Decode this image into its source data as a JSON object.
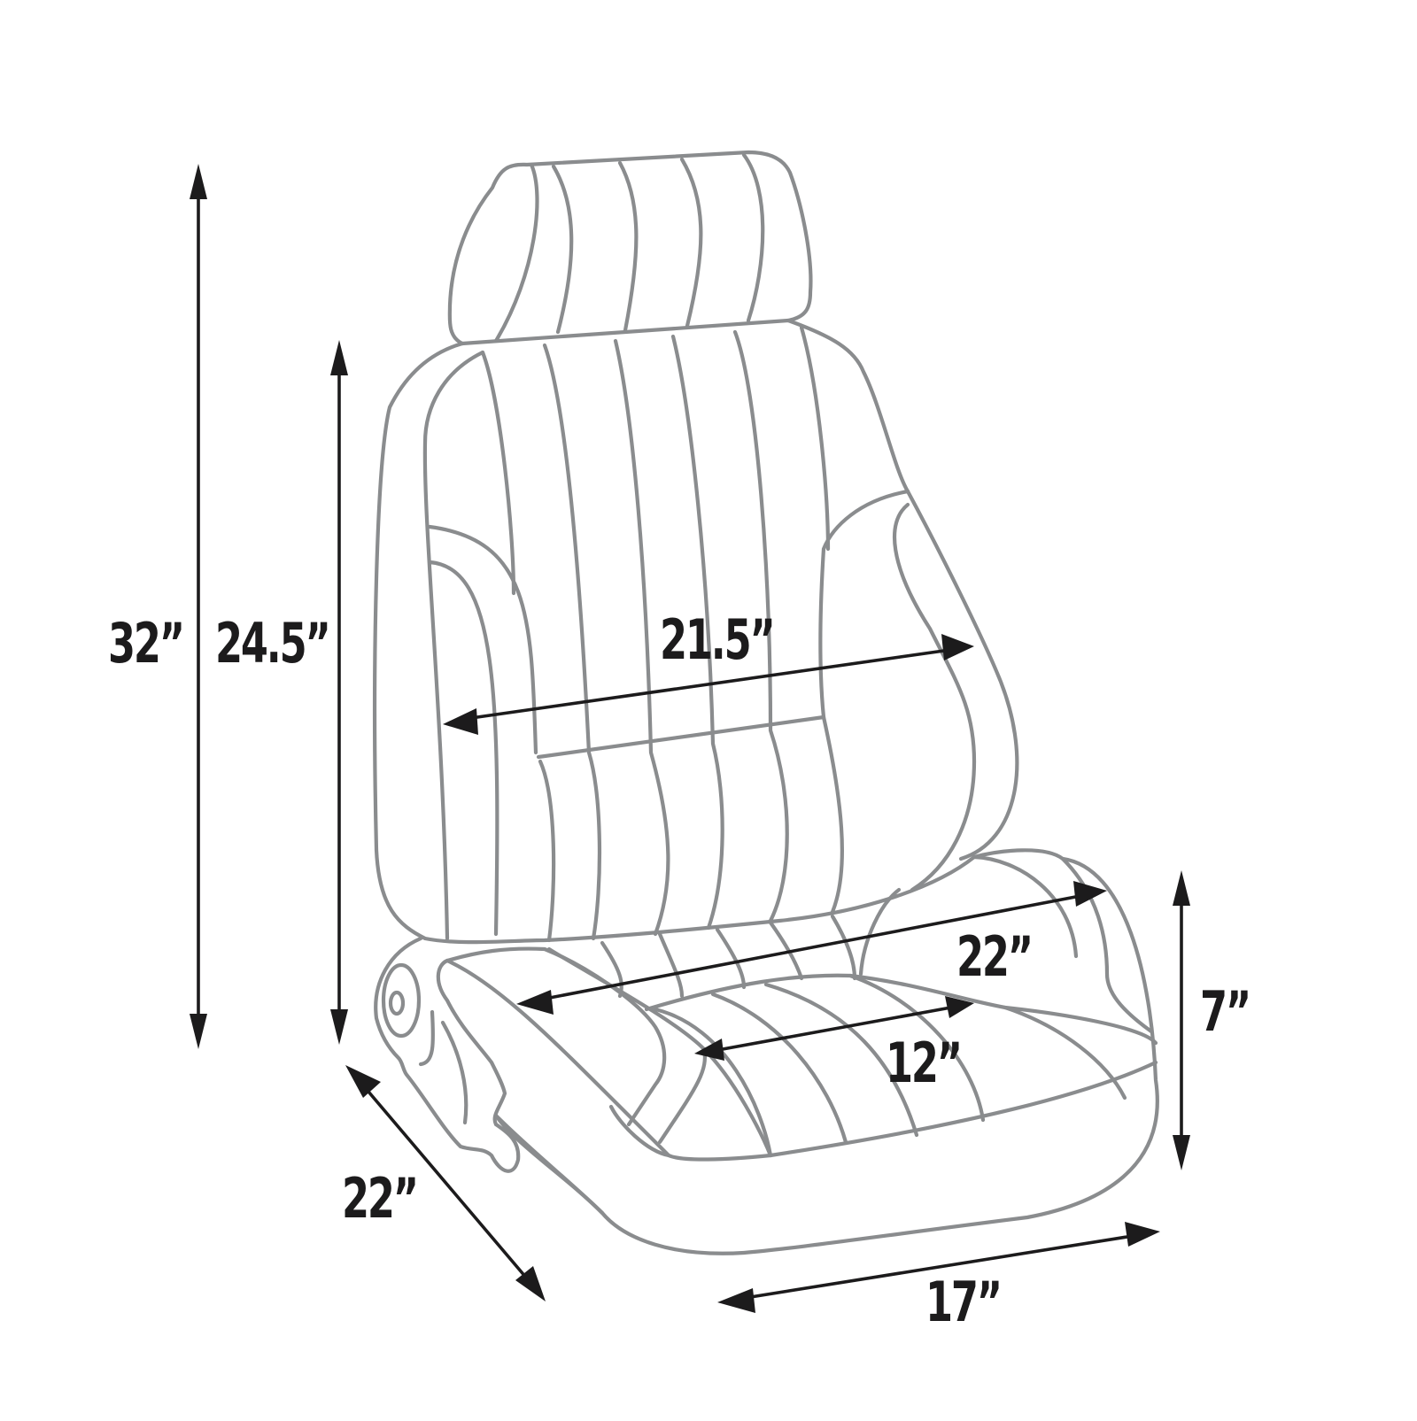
{
  "diagram": {
    "subject": "seat",
    "line_color": "#8a8c8e",
    "dimension_color": "#1c1b1c",
    "dimensions": {
      "overall_height": "32”",
      "backrest_height": "24.5”",
      "backrest_width": "21.5”",
      "seat_width_top": "22”",
      "cushion_depth": "12”",
      "cushion_height": "7”",
      "overall_depth": "22”",
      "base_width": "17”"
    }
  }
}
